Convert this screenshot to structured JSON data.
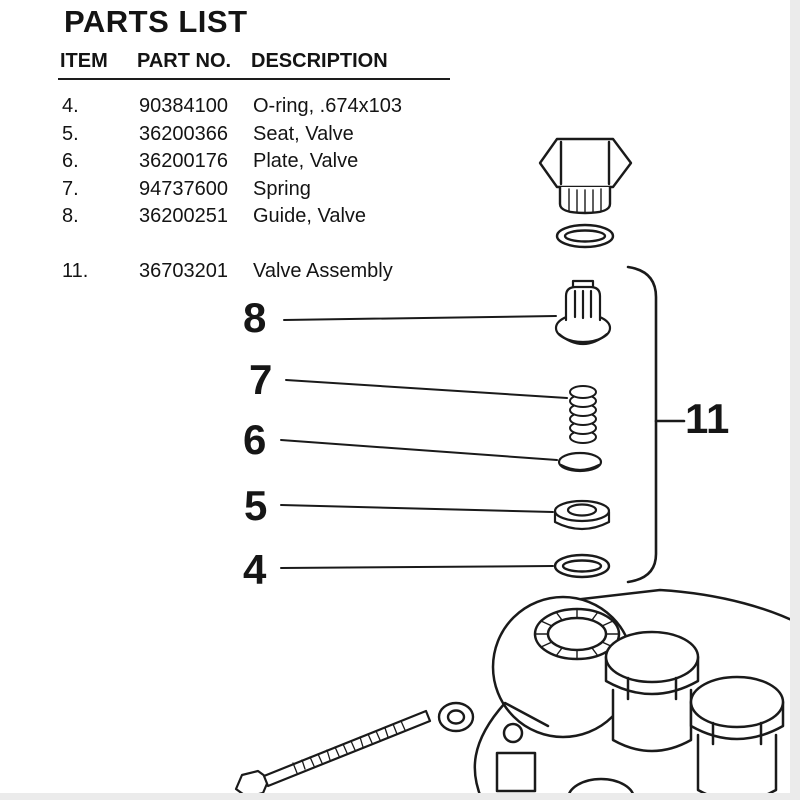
{
  "title": "PARTS LIST",
  "table": {
    "headers": [
      "ITEM",
      "PART NO.",
      "DESCRIPTION"
    ],
    "rows": [
      {
        "item": "4.",
        "part_no": "90384100",
        "description": "O-ring, .674x103"
      },
      {
        "item": "5.",
        "part_no": "36200366",
        "description": "Seat, Valve"
      },
      {
        "item": "6.",
        "part_no": "36200176",
        "description": "Plate, Valve"
      },
      {
        "item": "7.",
        "part_no": "94737600",
        "description": "Spring"
      },
      {
        "item": "8.",
        "part_no": "36200251",
        "description": "Guide, Valve"
      },
      {
        "item": "11.",
        "part_no": "36703201",
        "description": "Valve Assembly"
      }
    ]
  },
  "diagram": {
    "callouts": [
      "8",
      "7",
      "6",
      "5",
      "4",
      "11"
    ],
    "parts": {
      "plug": "hex-plug",
      "plug_o_ring": "o-ring",
      "guide": "valve-guide",
      "spring": "spring",
      "plate": "valve-plate",
      "seat": "valve-seat",
      "o_ring": "o-ring",
      "body": "valve-body",
      "bolt": "bolt",
      "washer": "washer"
    },
    "ink_color": "#1a1a1a",
    "paper_color": "#ffffff"
  }
}
